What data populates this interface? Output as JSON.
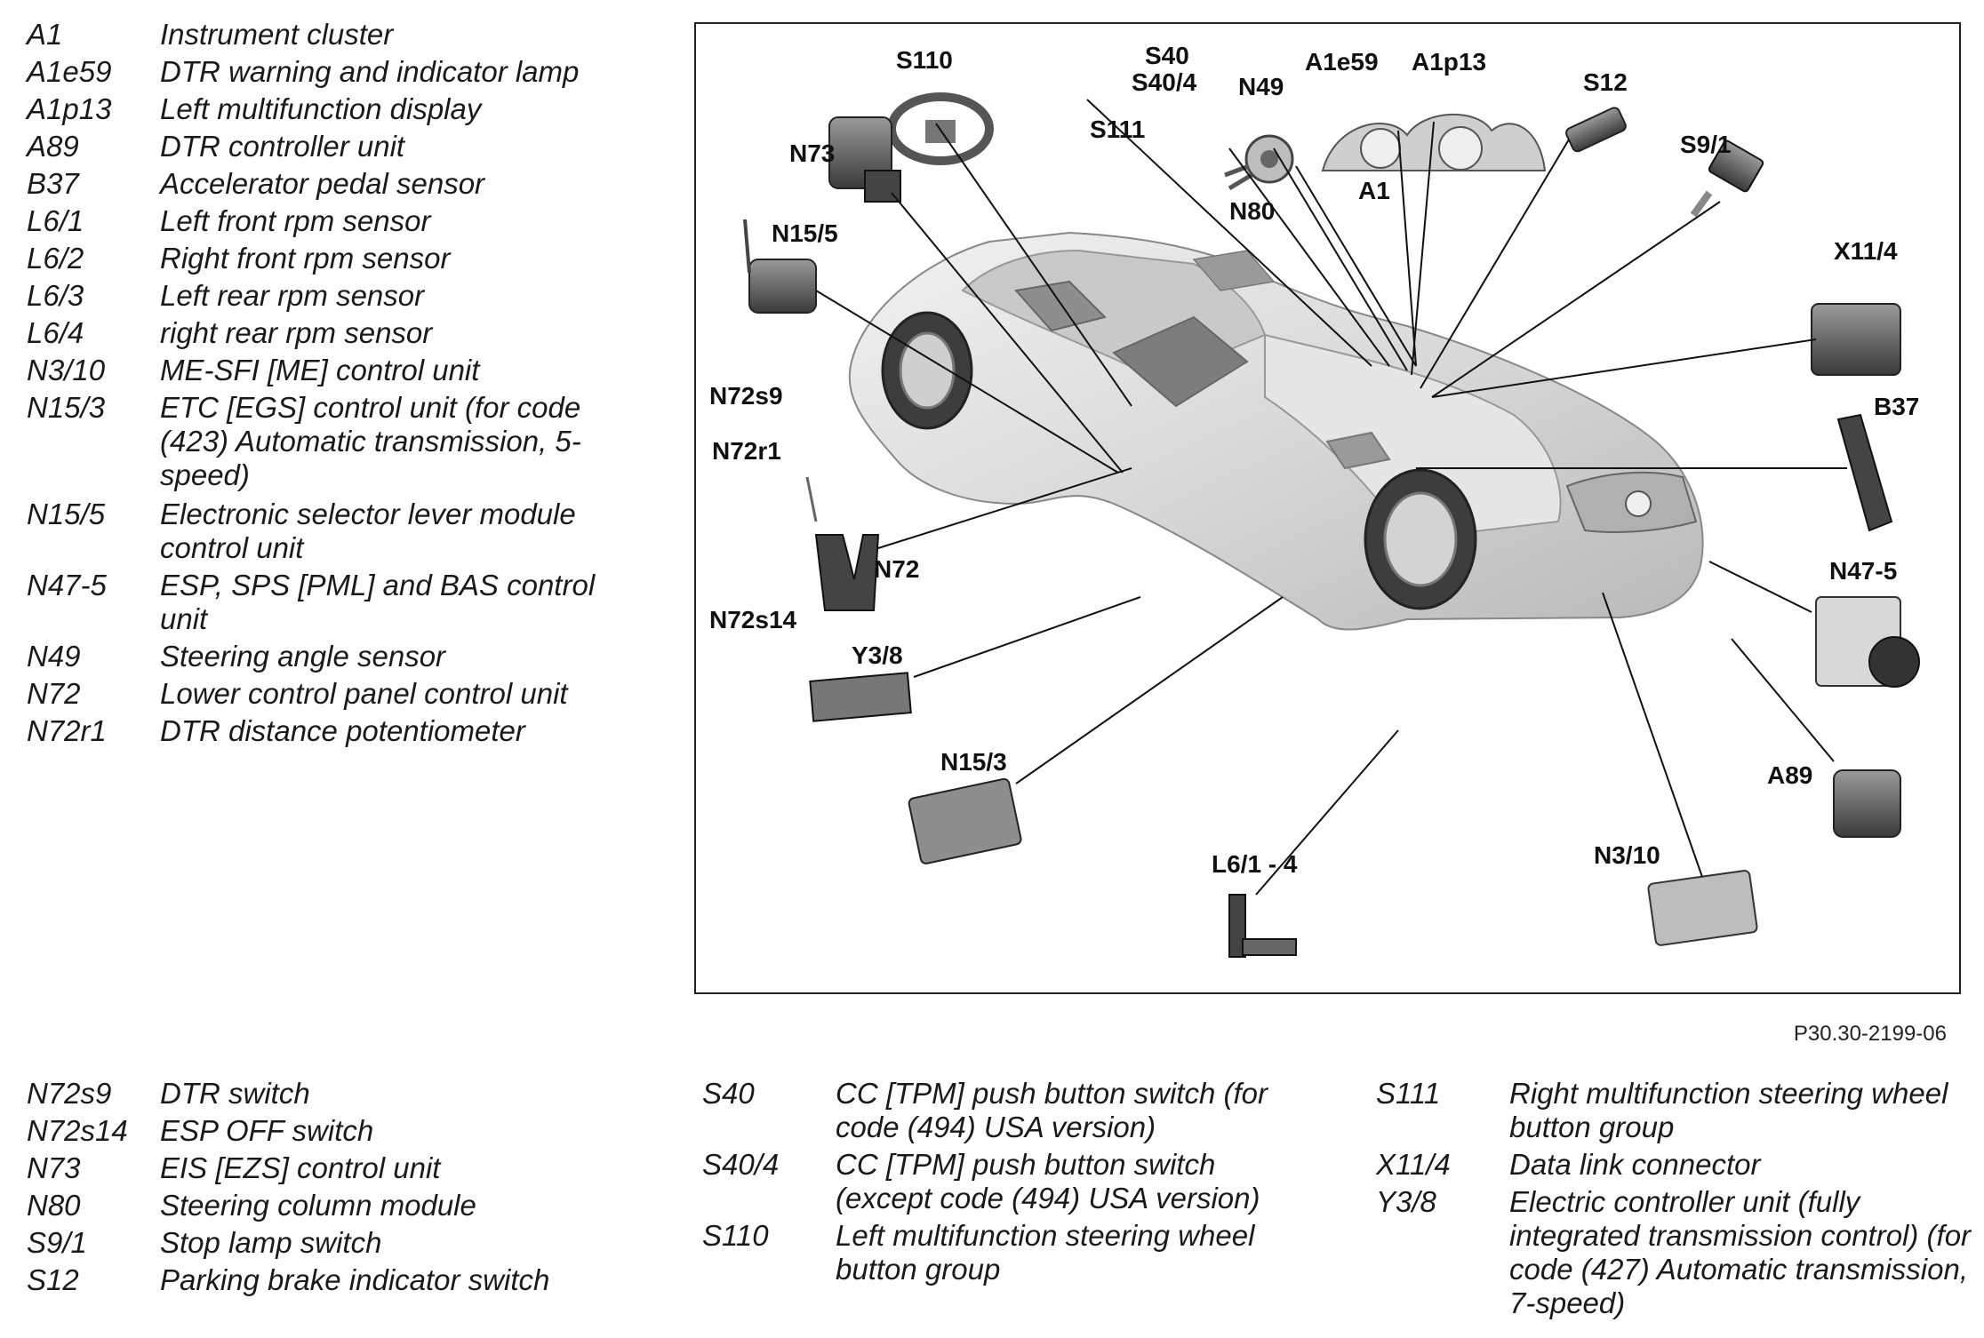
{
  "legend_top": [
    {
      "code": "A1",
      "desc": "Instrument cluster"
    },
    {
      "code": "A1e59",
      "desc": "DTR warning and indicator lamp"
    },
    {
      "code": "A1p13",
      "desc": "Left multifunction display"
    },
    {
      "code": "A89",
      "desc": "DTR controller unit"
    },
    {
      "code": "B37",
      "desc": "Accelerator pedal sensor"
    },
    {
      "code": "L6/1",
      "desc": "Left front rpm sensor"
    },
    {
      "code": "L6/2",
      "desc": "Right front rpm sensor"
    },
    {
      "code": "L6/3",
      "desc": "Left rear rpm sensor"
    },
    {
      "code": "L6/4",
      "desc": "right rear rpm sensor"
    },
    {
      "code": "N3/10",
      "desc": "ME-SFI [ME] control unit"
    },
    {
      "code": "N15/3",
      "desc": "ETC [EGS] control unit (for code (423) Automatic transmission, 5-speed)"
    },
    {
      "code": "N15/5",
      "desc": "Electronic selector lever module control unit"
    },
    {
      "code": "N47-5",
      "desc": "ESP, SPS [PML] and BAS control unit"
    },
    {
      "code": "N49",
      "desc": "Steering angle sensor"
    },
    {
      "code": "N72",
      "desc": "Lower control panel control unit"
    },
    {
      "code": "N72r1",
      "desc": "DTR distance potentiometer"
    }
  ],
  "legend_bottom_1": [
    {
      "code": "N72s9",
      "desc": "DTR switch"
    },
    {
      "code": "N72s14",
      "desc": "ESP OFF switch"
    },
    {
      "code": "N73",
      "desc": "EIS [EZS] control unit"
    },
    {
      "code": "N80",
      "desc": "Steering column module"
    },
    {
      "code": "S9/1",
      "desc": "Stop lamp switch"
    },
    {
      "code": "S12",
      "desc": "Parking brake indicator switch"
    }
  ],
  "legend_bottom_2": [
    {
      "code": "S40",
      "desc": "CC [TPM] push button switch (for code (494) USA version)"
    },
    {
      "code": "S40/4",
      "desc": "CC [TPM] push button switch (except code (494) USA version)"
    },
    {
      "code": "S110",
      "desc": "Left multifunction steering wheel button group"
    }
  ],
  "legend_bottom_3": [
    {
      "code": "S111",
      "desc": "Right multifunction steering wheel button group"
    },
    {
      "code": "X11/4",
      "desc": "Data link connector"
    },
    {
      "code": "Y3/8",
      "desc": "Electric controller unit (fully integrated transmission control) (for code (427) Automatic transmission, 7-speed)"
    }
  ],
  "callouts": {
    "s110": "S110",
    "s40": "S40",
    "s40_4": "S40/4",
    "n49": "N49",
    "a1e59": "A1e59",
    "a1p13": "A1p13",
    "s12": "S12",
    "n73": "N73",
    "s111": "S111",
    "s9_1": "S9/1",
    "n80": "N80",
    "a1": "A1",
    "n15_5": "N15/5",
    "x11_4": "X11/4",
    "n72s9": "N72s9",
    "b37": "B37",
    "n72r1": "N72r1",
    "n72": "N72",
    "n47_5": "N47-5",
    "n72s14": "N72s14",
    "y3_8": "Y3/8",
    "n15_3": "N15/3",
    "a89": "A89",
    "l6_1_4": "L6/1 - 4",
    "n3_10": "N3/10"
  },
  "figure_id": "P30.30-2199-06"
}
